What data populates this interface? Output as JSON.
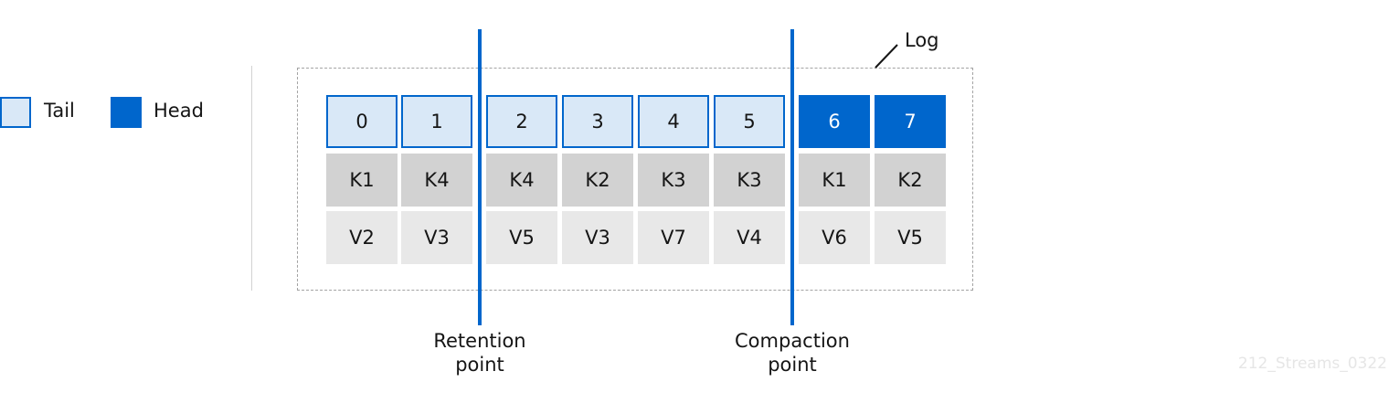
{
  "legend": [
    {
      "label": "Tail",
      "kind": "tail"
    },
    {
      "label": "Head",
      "kind": "head"
    }
  ],
  "log_label": "Log",
  "offsets": [
    "0",
    "1",
    "2",
    "3",
    "4",
    "5",
    "6",
    "7"
  ],
  "kinds": [
    "tail",
    "tail",
    "tail",
    "tail",
    "tail",
    "tail",
    "head",
    "head"
  ],
  "keys": [
    "K1",
    "K4",
    "K4",
    "K2",
    "K3",
    "K3",
    "K1",
    "K2"
  ],
  "values": [
    "V2",
    "V3",
    "V5",
    "V3",
    "V7",
    "V4",
    "V6",
    "V5"
  ],
  "retention_point": {
    "line1": "Retention",
    "line2": "point"
  },
  "compaction_point": {
    "line1": "Compaction",
    "line2": "point"
  },
  "watermark": "212_Streams_0322",
  "colors": {
    "head": "#0066cc",
    "tail_fill": "#d9e8f7",
    "key_fill": "#d2d2d2",
    "value_fill": "#e8e8e8"
  }
}
